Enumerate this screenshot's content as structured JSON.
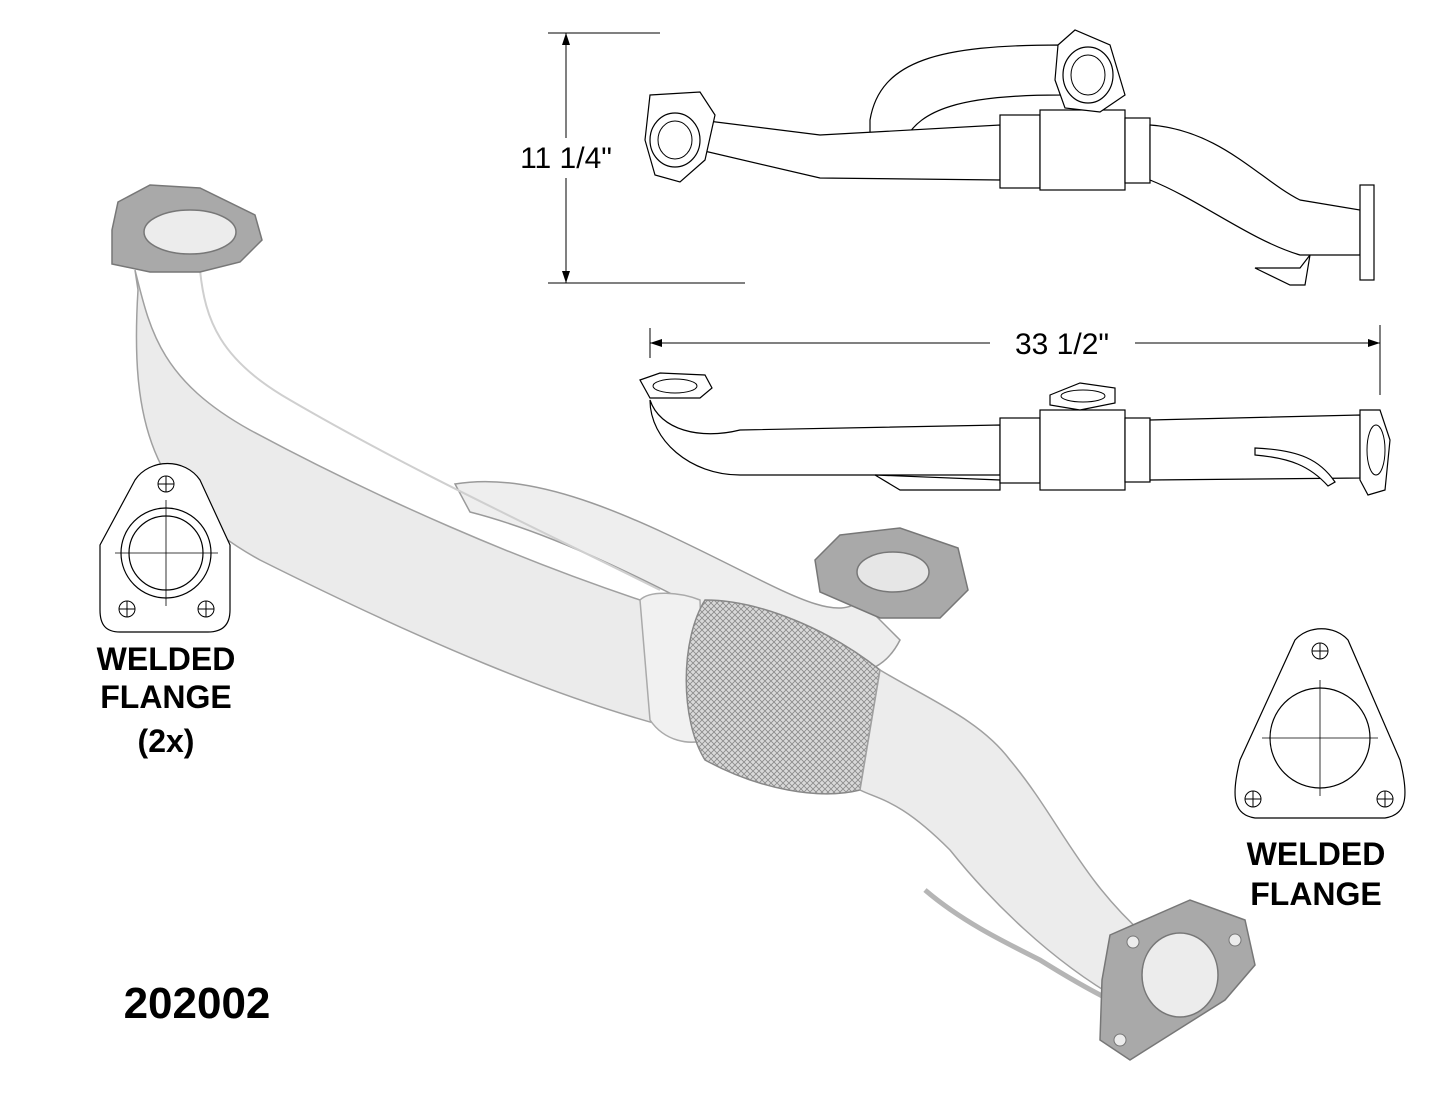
{
  "part_number": "202002",
  "dimensions": {
    "height": "11 1/4\"",
    "length": "33 1/2\""
  },
  "callouts": {
    "left_flange": {
      "line1": "WELDED",
      "line2": "FLANGE",
      "line3": "(2x)"
    },
    "right_flange": {
      "line1": "WELDED",
      "line2": "FLANGE"
    }
  },
  "colors": {
    "pipe_fill": "#e9e9e9",
    "flange_fill": "#a9a9a9",
    "outline": "#555555",
    "line": "#000000"
  }
}
